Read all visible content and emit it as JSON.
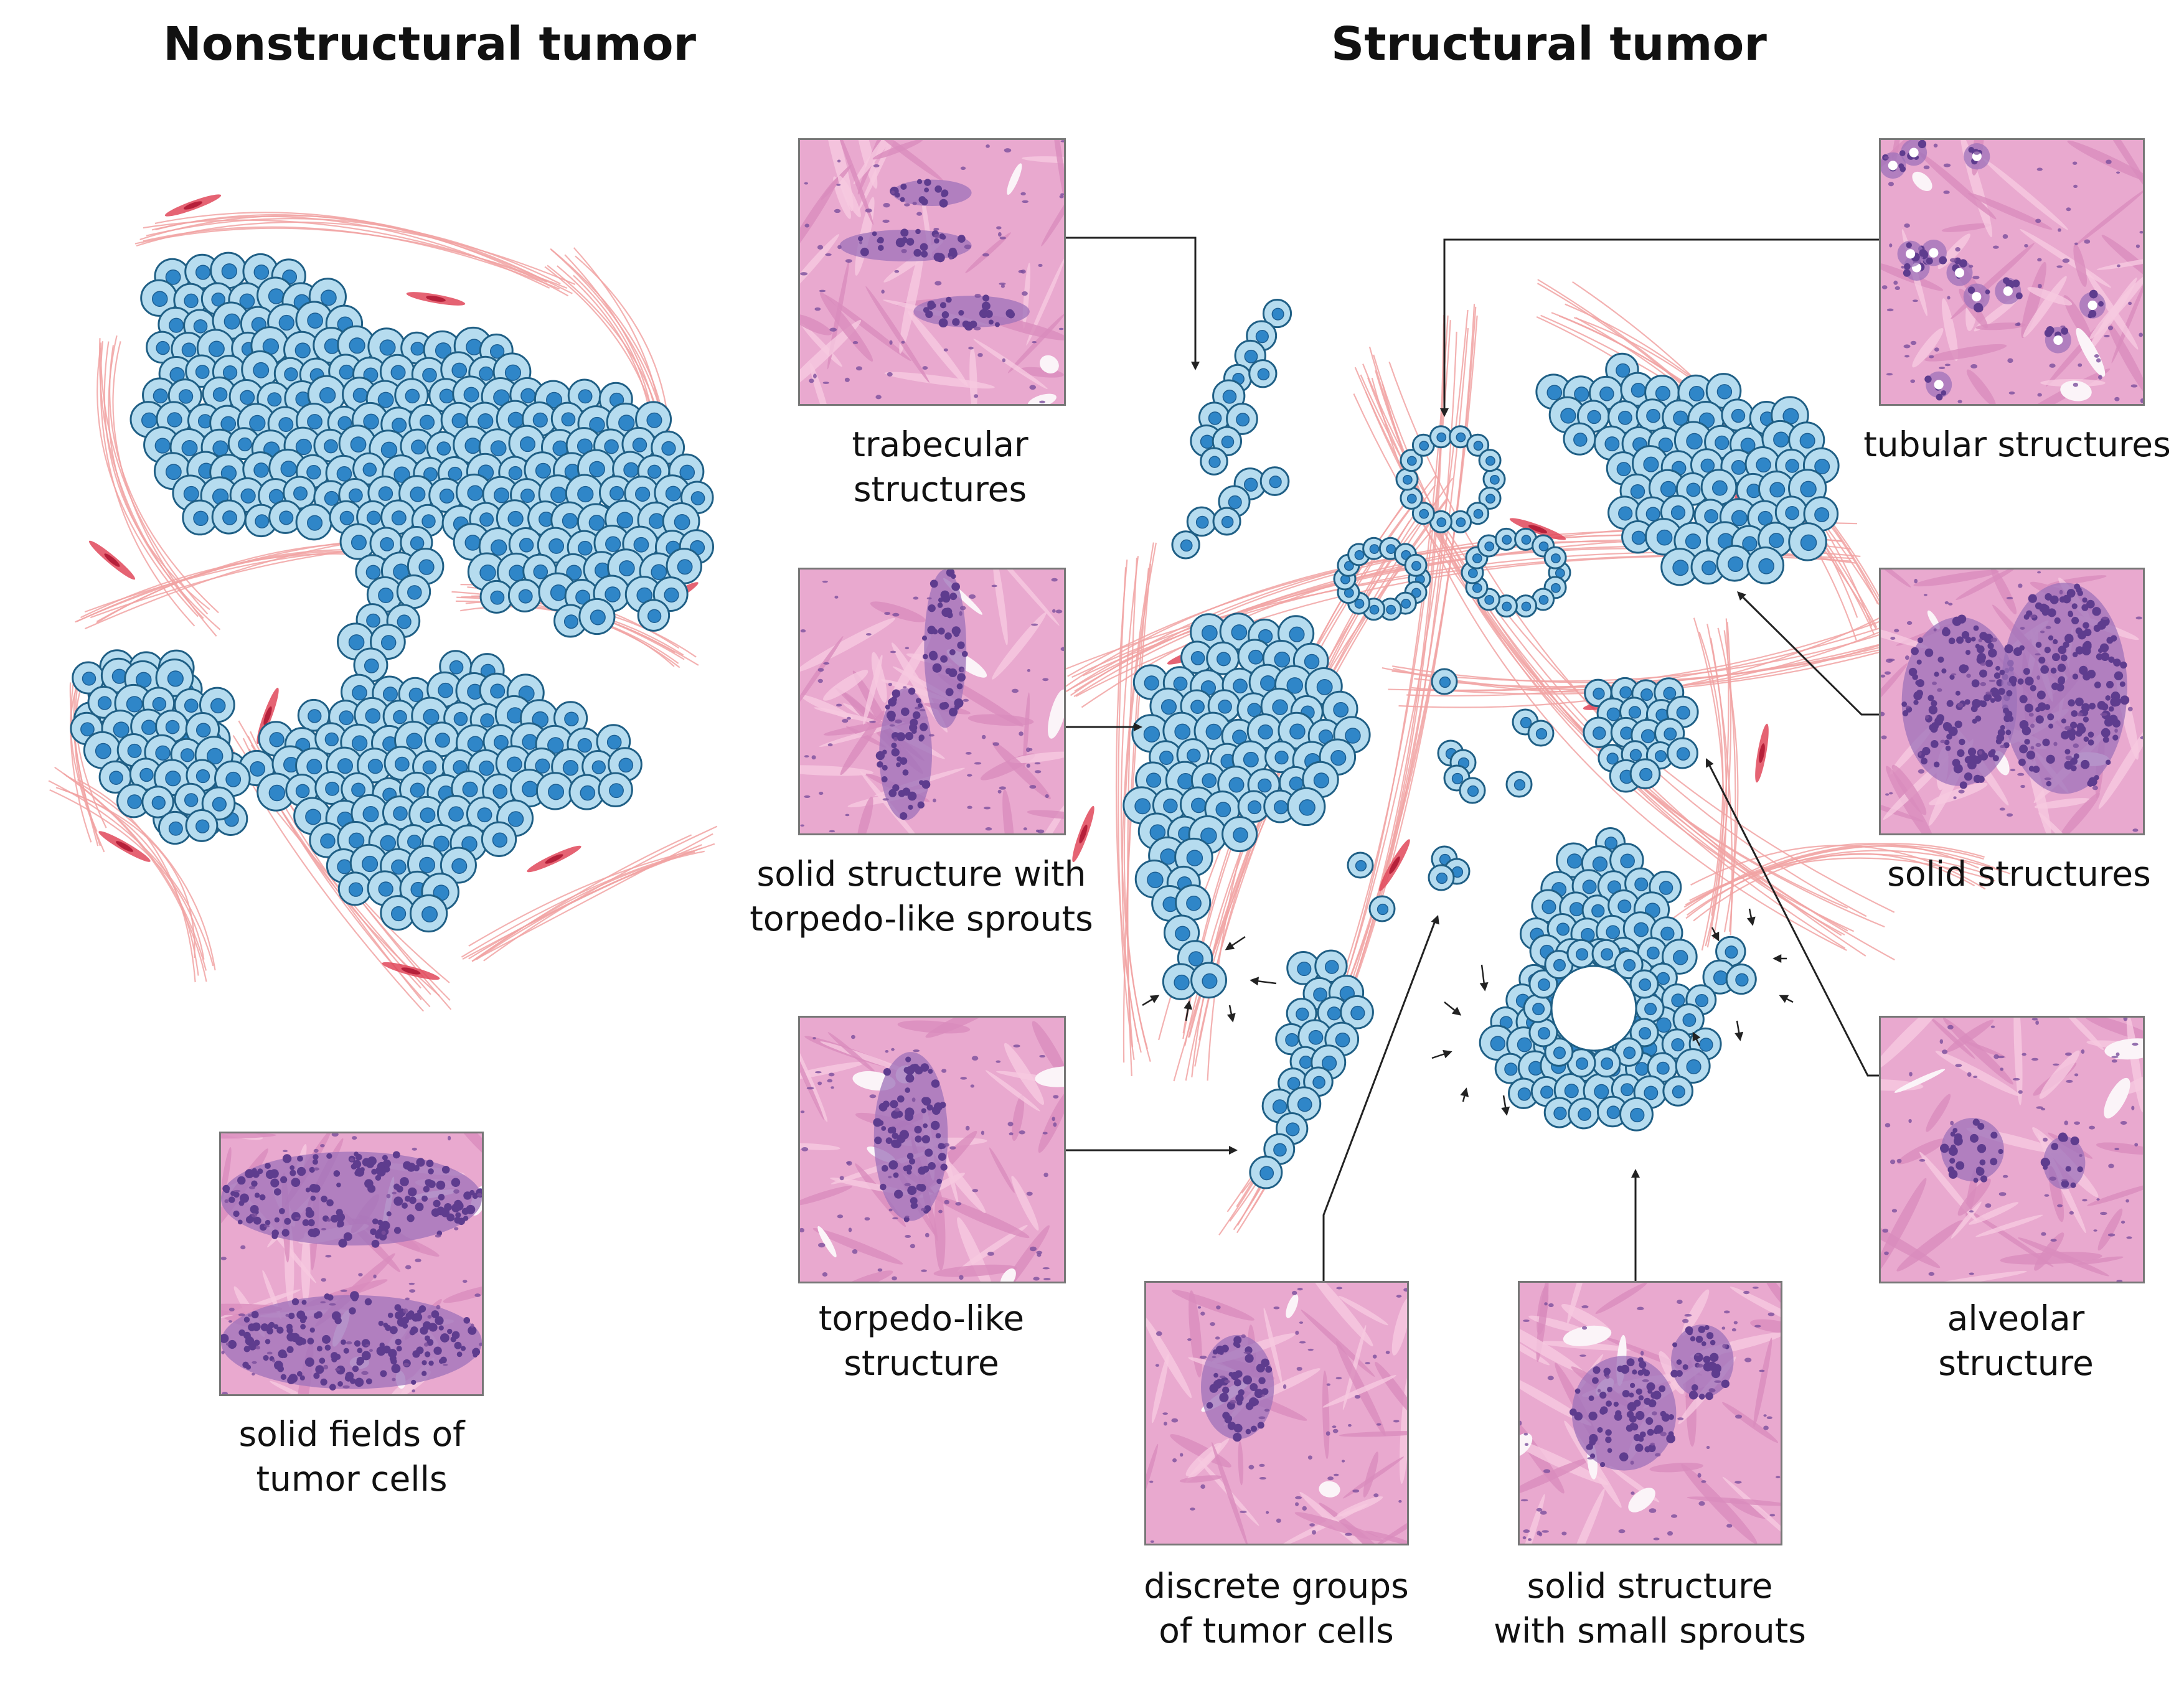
{
  "titles": {
    "nonstructural": "Nonstructural tumor",
    "structural": "Structural tumor"
  },
  "captions": {
    "solid_fields": [
      "solid fields of",
      "tumor cells"
    ],
    "trabecular": [
      "trabecular",
      "structures"
    ],
    "solid_torpedo": [
      "solid structure with",
      "torpedo-like sprouts"
    ],
    "torpedo": [
      "torpedo-like",
      "structure"
    ],
    "discrete": [
      "discrete groups",
      "of tumor cells"
    ],
    "small_sprouts": [
      "solid structure",
      "with small sprouts"
    ],
    "tubular": [
      "tubular structures"
    ],
    "solid": [
      "solid structures"
    ],
    "alveolar": [
      "alveolar",
      "structure"
    ]
  },
  "colors": {
    "cell_fill": "#b6dcef",
    "cell_outline": "#1f5f85",
    "nucleus": "#2f86c8",
    "stroma_fiber": "#f1a3a3",
    "fibroblast": "#e0485a",
    "he_background": "#e9a9cf",
    "he_nuclei": "#5e3c8e"
  }
}
